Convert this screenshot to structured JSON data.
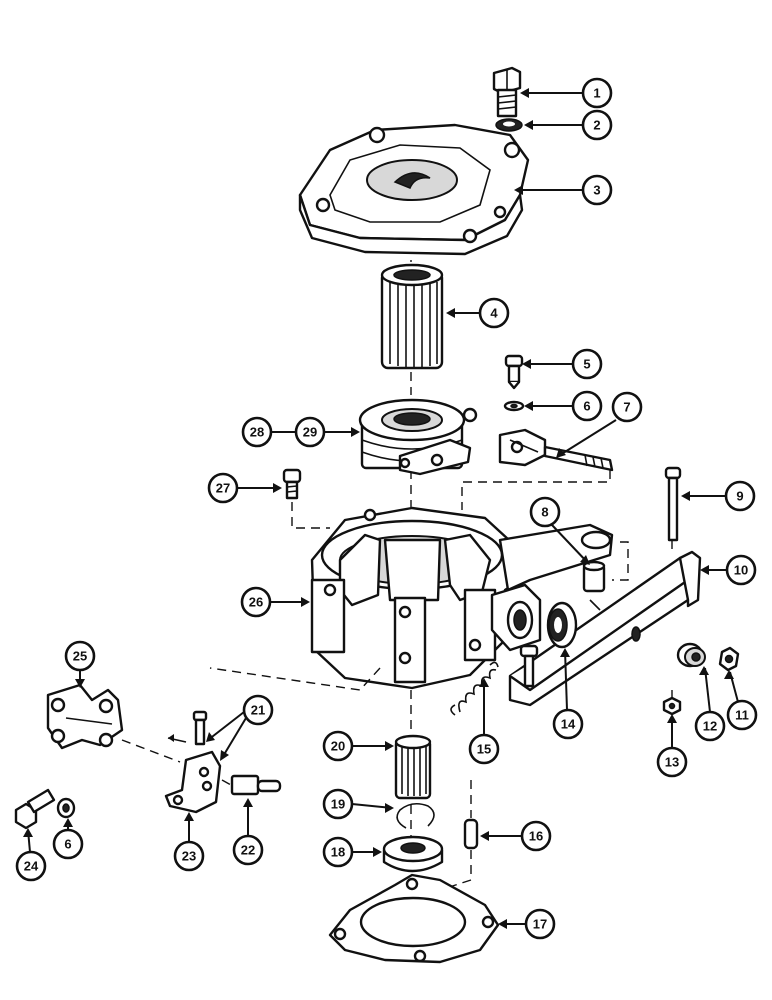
{
  "callouts": [
    {
      "id": "c1",
      "label": "1"
    },
    {
      "id": "c2",
      "label": "2"
    },
    {
      "id": "c3",
      "label": "3"
    },
    {
      "id": "c4",
      "label": "4"
    },
    {
      "id": "c5",
      "label": "5"
    },
    {
      "id": "c6",
      "label": "6"
    },
    {
      "id": "c7",
      "label": "7"
    },
    {
      "id": "c8",
      "label": "8"
    },
    {
      "id": "c9",
      "label": "9"
    },
    {
      "id": "c10",
      "label": "10"
    },
    {
      "id": "c11",
      "label": "11"
    },
    {
      "id": "c12",
      "label": "12"
    },
    {
      "id": "c13",
      "label": "13"
    },
    {
      "id": "c14",
      "label": "14"
    },
    {
      "id": "c15",
      "label": "15"
    },
    {
      "id": "c16",
      "label": "16"
    },
    {
      "id": "c17",
      "label": "17"
    },
    {
      "id": "c18",
      "label": "18"
    },
    {
      "id": "c19",
      "label": "19"
    },
    {
      "id": "c20",
      "label": "20"
    },
    {
      "id": "c21",
      "label": "21"
    },
    {
      "id": "c22",
      "label": "22"
    },
    {
      "id": "c23",
      "label": "23"
    },
    {
      "id": "c24",
      "label": "24"
    },
    {
      "id": "c25",
      "label": "25"
    },
    {
      "id": "c26",
      "label": "26"
    },
    {
      "id": "c27",
      "label": "27"
    },
    {
      "id": "c28",
      "label": "28"
    },
    {
      "id": "c29",
      "label": "29"
    },
    {
      "id": "c6b",
      "label": "6"
    }
  ]
}
